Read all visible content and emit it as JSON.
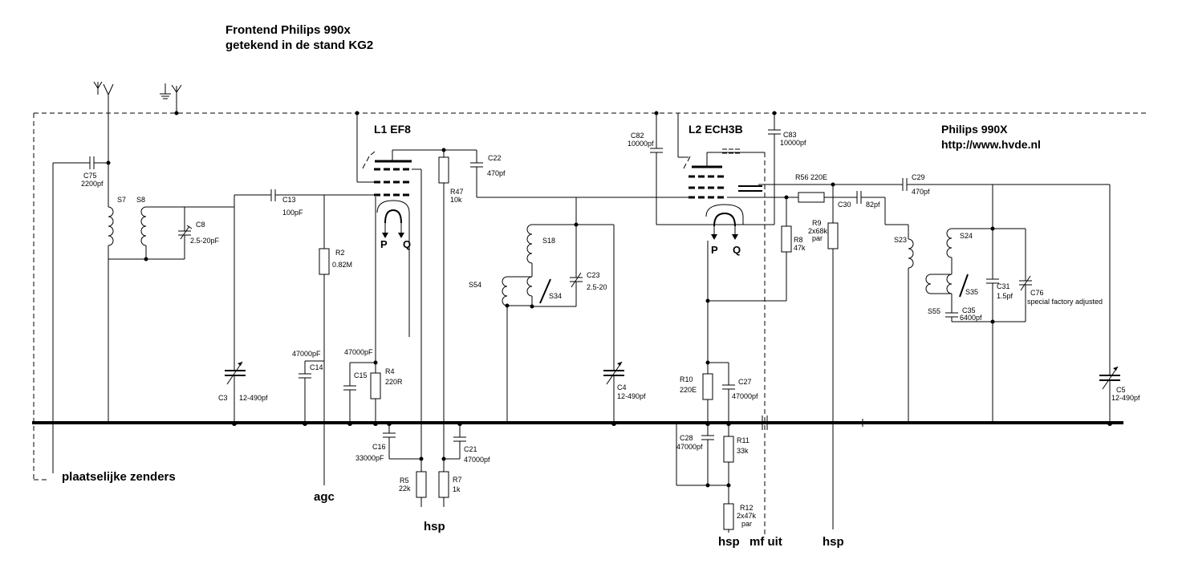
{
  "header": {
    "title_line1": "Frontend Philips 990x",
    "title_line2": "getekend in de stand KG2",
    "brand": "Philips 990X",
    "url": "http://www.hvde.nl"
  },
  "tubes": {
    "l1": "L1  EF8",
    "l2": "L2   ECH3B",
    "p": "P",
    "q": "Q"
  },
  "labels": {
    "c75": "C75",
    "c75v": "2200pf",
    "s7": "S7",
    "s8": "S8",
    "c8": "C8",
    "c8v": "2.5-20pF",
    "c13": "C13",
    "c13v": "100pF",
    "r2": "R2",
    "r2v": "0.82M",
    "c3": "C3",
    "c3v": "12-490pf",
    "c14v": "47000pF",
    "c14": "C14",
    "c15v": "47000pF",
    "c15": "C15",
    "r4": "R4",
    "r4v": "220R",
    "c16": "C16",
    "c16v": "33000pF",
    "r5": "R5",
    "r5v": "22k",
    "r47": "R47",
    "r47v": "10k",
    "r7": "R7",
    "r7v": "1k",
    "c21": "C21",
    "c21v": "47000pf",
    "c22": "C22",
    "c22v": "470pf",
    "s18": "S18",
    "s54": "S54",
    "s34": "S34",
    "c23": "C23",
    "c23v": "2.5-20",
    "c4": "C4",
    "c4v": "12-490pf",
    "c82": "C82",
    "c82v": "10000pf",
    "c83": "C83",
    "c83v": "10000pf",
    "r56": "R56  220E",
    "c29": "C29",
    "c29v": "470pf",
    "c30": "C30",
    "c30v": "82pf",
    "r9": "R9",
    "r9v1": "2x68k",
    "r9v2": "par",
    "r8": "R8",
    "r8v": "47k",
    "s23": "S23",
    "s24": "S24",
    "s35": "S35",
    "s55": "S55",
    "c35": "C35",
    "c35v": "6400pf",
    "c31": "C31",
    "c31v": "1.5pf",
    "c76": "C76",
    "c76v": "special factory adjusted",
    "c5": "C5",
    "c5v": "12-490pf",
    "r10": "R10",
    "r10v": "220E",
    "c27": "C27",
    "c27v": "47000pf",
    "c28": "C28",
    "c28v": "47000pf",
    "r11": "R11",
    "r11v": "33k",
    "r12": "R12",
    "r12v1": "2x47k",
    "r12v2": "par"
  },
  "bottom": {
    "plaatselijke": "plaatselijke zenders",
    "agc": "agc",
    "hsp1": "hsp",
    "hsp2": "hsp",
    "mfuit": "mf uit",
    "hsp3": "hsp"
  }
}
